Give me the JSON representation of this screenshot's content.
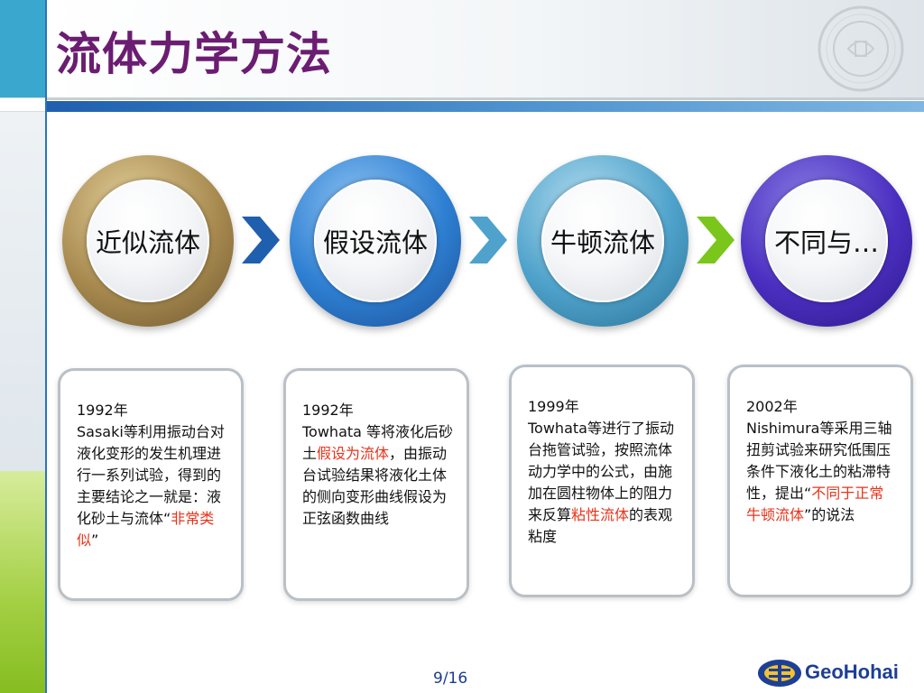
{
  "slide": {
    "title": "流体力学方法",
    "page_number": "9/16"
  },
  "stages": [
    {
      "label": "近似流体"
    },
    {
      "label": "假设流体"
    },
    {
      "label": "牛顿流体"
    },
    {
      "label": "不同与…"
    }
  ],
  "cards": [
    {
      "year": "1992年",
      "text_1": "Sasaki等利用振动台对液化变形的发生机理进行一系列试验，得到的主要结论之一就是：液化砂土与流体“",
      "highlight": "非常类似",
      "text_2": "”"
    },
    {
      "year": "1992年",
      "text_1": "Towhata 等将液化后砂土",
      "highlight": "假设为流体",
      "text_2": "，由振动台试验结果将液化土体的侧向变形曲线假设为正弦函数曲线"
    },
    {
      "year": "1999年",
      "text_1": "Towhata等进行了振动台拖管试验，按照流体动力学中的公式，由施加在圆柱物体上的阻力来反算",
      "highlight": "粘性流体",
      "text_2": "的表观粘度"
    },
    {
      "year": "2002年",
      "text_1": "Nishimura等采用三轴扭剪试验来研究低围压条件下液化土的粘滞特性，提出“",
      "highlight": "不同于正常牛顿流体",
      "text_2": "”的说法"
    }
  ],
  "logo": {
    "text": "GeoHohai"
  },
  "colors": {
    "title": "#6b1d72",
    "highlight": "#e8331a",
    "stage_1": "#a88a4f",
    "stage_2": "#2e7fd2",
    "stage_3": "#4ea2cb",
    "stage_4": "#4b2fc1",
    "chevron_1": "#1f5fae",
    "chevron_2": "#4ea2cb",
    "chevron_3": "#7ac61a"
  },
  "icons": [
    "university-seal-icon",
    "chevron-right-icon",
    "geohohai-logo-icon"
  ]
}
